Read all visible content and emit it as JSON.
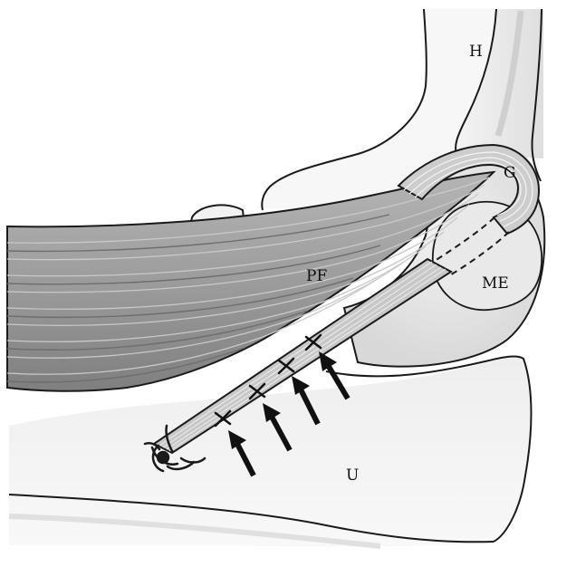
{
  "labels": {
    "humerus": "H",
    "graft": "G",
    "medial_epicondyle": "ME",
    "pronator_flexor": "PF",
    "ulna": "U"
  },
  "colors": {
    "outline": "#1a1a1a",
    "bone_fill": "#efefef",
    "bone_shade": "#dcdcdc",
    "muscle_fill": "#9a9a9a",
    "muscle_dark": "#7a7a7a",
    "graft_fill": "#c8c8c8",
    "arrow": "#111111"
  },
  "icons": {
    "suture_marks": "x-mark-icon",
    "arrows": "arrow-up-icon"
  }
}
